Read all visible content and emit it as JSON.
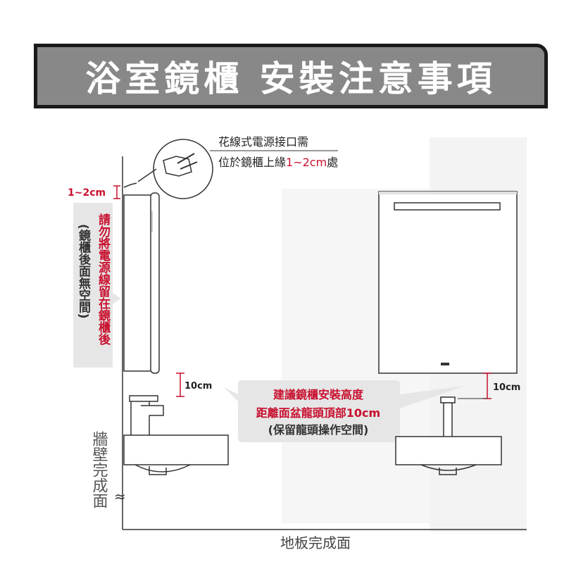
{
  "banner": {
    "title": "浴室鏡櫃 安裝注意事項"
  },
  "notes": {
    "power_line1": "花線式電源接口需",
    "power_line2_pre": "位於鏡櫃上緣",
    "power_line2_red": "1~2cm",
    "power_line2_post": "處",
    "gap_top": "1~2cm",
    "vertical_red": "請勿將電源線留在鏡櫃後",
    "vertical_gray": "(鏡櫃後面無空間)",
    "gap_left": "10cm",
    "gap_right": "10cm",
    "height_line1": "建議鏡櫃安裝高度",
    "height_line2": "距離面盆龍頭頂部10cm",
    "height_line3": "(保留龍頭操作空間)",
    "wall_label": "牆壁完成面",
    "floor_label": "地板完成面"
  },
  "colors": {
    "accent_red": "#c8102e",
    "banner_gray": "#888888",
    "note_bg": "#e6e6e6",
    "line": "#333333"
  }
}
